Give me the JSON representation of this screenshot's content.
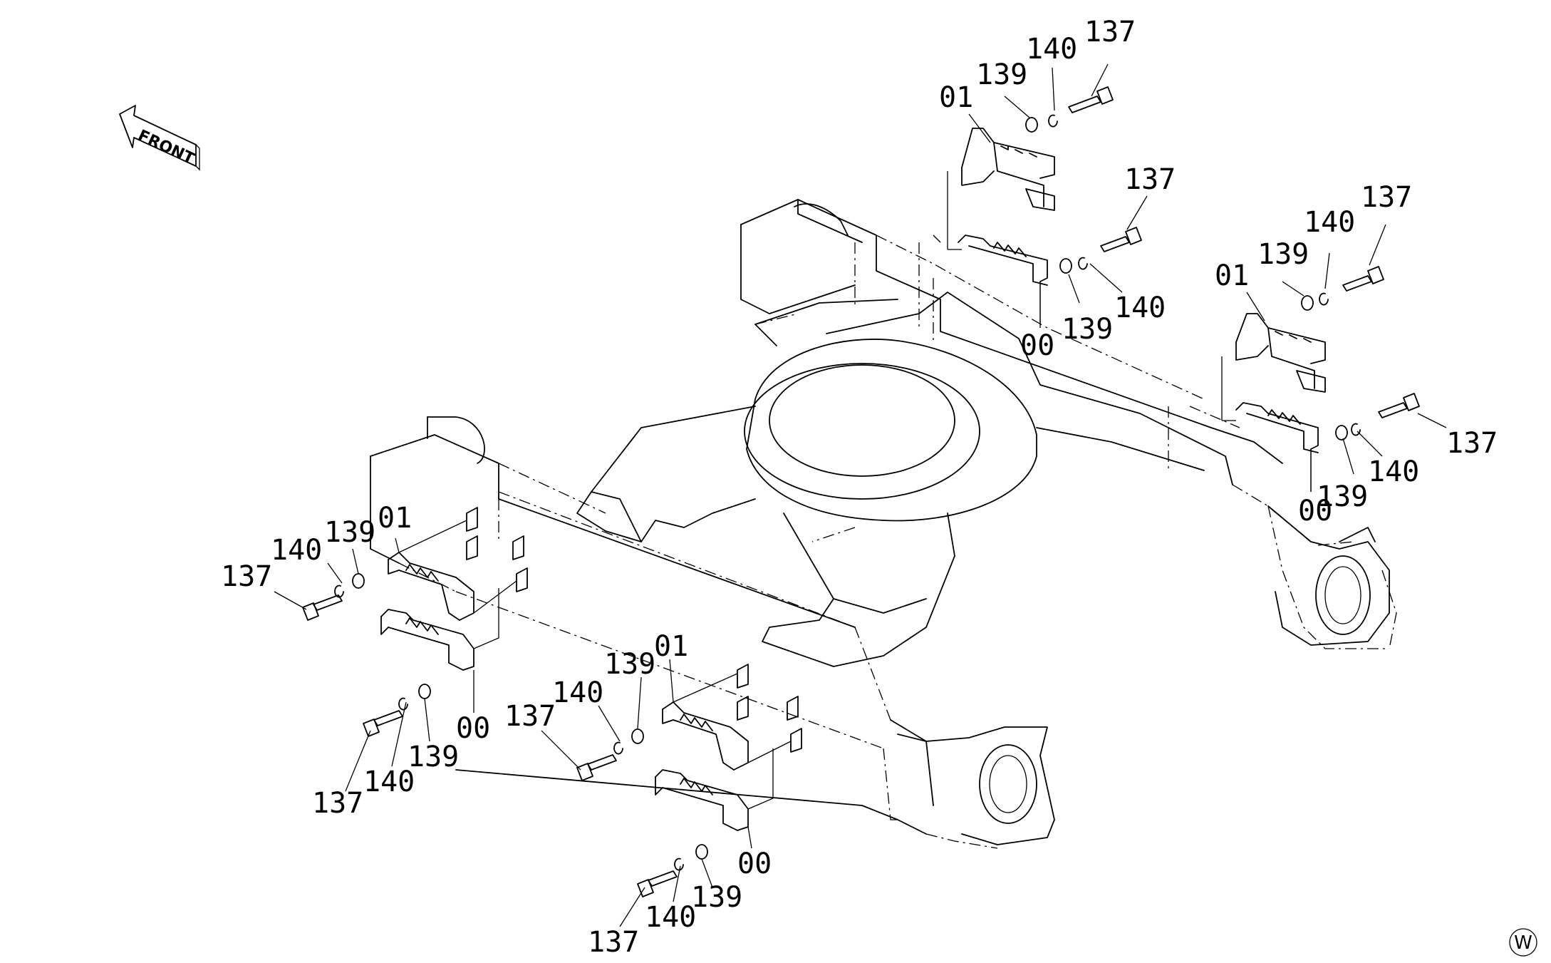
{
  "diagram": {
    "front_label": "FRONT",
    "corner_mark": "W",
    "callouts": [
      {
        "id": "c01",
        "text": "137"
      },
      {
        "id": "c02",
        "text": "140"
      },
      {
        "id": "c03",
        "text": "139"
      },
      {
        "id": "c04",
        "text": "01"
      },
      {
        "id": "c05",
        "text": "137"
      },
      {
        "id": "c06",
        "text": "140"
      },
      {
        "id": "c07",
        "text": "139"
      },
      {
        "id": "c08",
        "text": "00"
      },
      {
        "id": "c09",
        "text": "137"
      },
      {
        "id": "c10",
        "text": "140"
      },
      {
        "id": "c11",
        "text": "139"
      },
      {
        "id": "c12",
        "text": "01"
      },
      {
        "id": "c13",
        "text": "137"
      },
      {
        "id": "c14",
        "text": "140"
      },
      {
        "id": "c15",
        "text": "139"
      },
      {
        "id": "c16",
        "text": "00"
      },
      {
        "id": "c17",
        "text": "137"
      },
      {
        "id": "c18",
        "text": "140"
      },
      {
        "id": "c19",
        "text": "139"
      },
      {
        "id": "c20",
        "text": "01"
      },
      {
        "id": "c21",
        "text": "137"
      },
      {
        "id": "c22",
        "text": "140"
      },
      {
        "id": "c23",
        "text": "139"
      },
      {
        "id": "c24",
        "text": "00"
      },
      {
        "id": "c25",
        "text": "137"
      },
      {
        "id": "c26",
        "text": "140"
      },
      {
        "id": "c27",
        "text": "139"
      },
      {
        "id": "c28",
        "text": "01"
      },
      {
        "id": "c29",
        "text": "137"
      },
      {
        "id": "c30",
        "text": "140"
      },
      {
        "id": "c31",
        "text": "139"
      },
      {
        "id": "c32",
        "text": "00"
      }
    ]
  }
}
